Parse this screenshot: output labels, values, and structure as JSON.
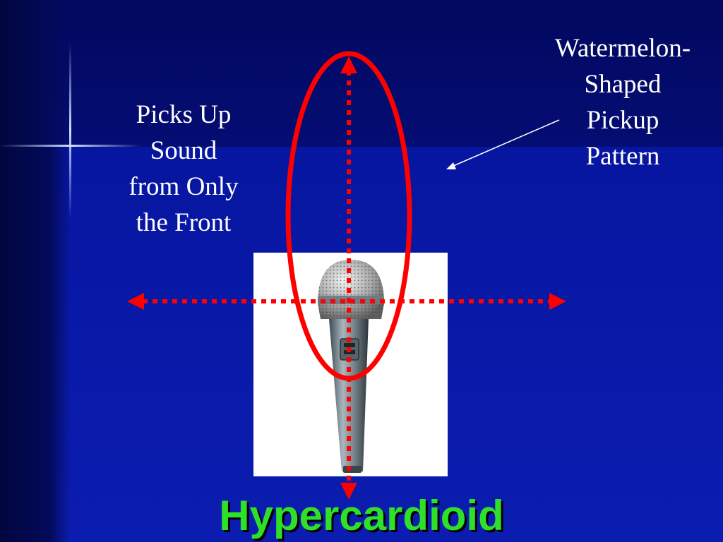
{
  "slide": {
    "title": "Hypercardioid",
    "left_label_lines": [
      "Picks Up",
      "Sound",
      "from Only",
      "the Front"
    ],
    "right_label_lines": [
      "Watermelon-",
      "Shaped",
      "Pickup",
      "Pattern"
    ]
  },
  "icons": {
    "microphone": "microphone-icon"
  },
  "colors": {
    "title": "#2fe02a",
    "pattern": "#ff0000",
    "label_text": "#ffffff",
    "background": "#0716a0"
  }
}
